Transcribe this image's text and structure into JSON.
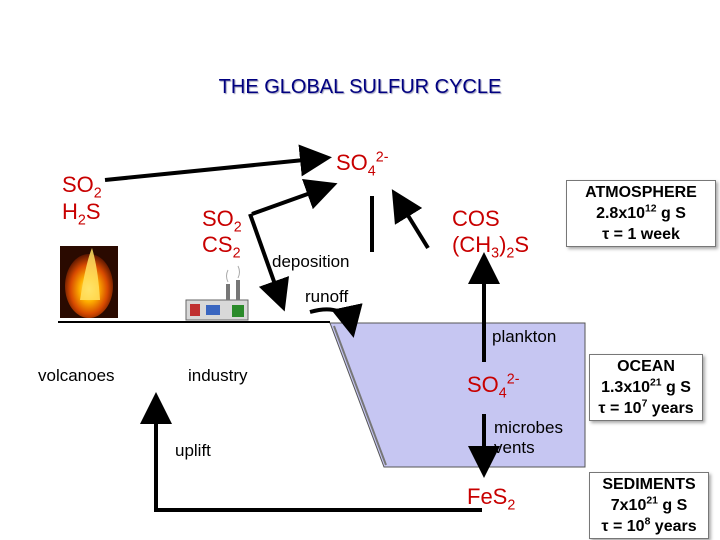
{
  "title": "THE GLOBAL SULFUR CYCLE",
  "species": {
    "so2_a": {
      "base": "SO",
      "sub": "2"
    },
    "h2s": {
      "pre": "H",
      "sub": "2",
      "post": "S"
    },
    "so2_b": {
      "base": "SO",
      "sub": "2"
    },
    "cs2": {
      "base": "CS",
      "sub": "2"
    },
    "so4_top": {
      "base": "SO",
      "sub": "4",
      "sup": "2-"
    },
    "cos": "COS",
    "ch3_2s": {
      "open": "(CH",
      "sub1": "3",
      "mid": ")",
      "sub2": "2",
      "post": "S"
    },
    "so4_ocean": {
      "base": "SO",
      "sub": "4",
      "sup": "2-"
    },
    "fes2": {
      "base": "FeS",
      "sub": "2"
    }
  },
  "labels": {
    "deposition": "deposition",
    "runoff": "runoff",
    "plankton": "plankton",
    "volcanoes": "volcanoes",
    "industry": "industry",
    "uplift": "uplift",
    "microbes": "microbes",
    "vents": "vents"
  },
  "reservoirs": {
    "atmosphere": {
      "name": "ATMOSPHERE",
      "amount_pre": "2.8x10",
      "amount_exp": "12",
      "amount_post": " g S",
      "tau": "τ = 1 week"
    },
    "ocean": {
      "name": "OCEAN",
      "amount_pre": "1.3x10",
      "amount_exp": "21",
      "amount_post": " g S",
      "tau_pre": "τ = 10",
      "tau_exp": "7",
      "tau_post": " years"
    },
    "sediments": {
      "name": "SEDIMENTS",
      "amount_pre": "7x10",
      "amount_exp": "21",
      "amount_post": " g S",
      "tau_pre": "τ = 10",
      "tau_exp": "8",
      "tau_post": " years"
    }
  },
  "icons": [
    "volcano-icon",
    "factory-icon"
  ],
  "colors": {
    "title": "#000080",
    "species": "#c80000",
    "ocean_fill": "#c6c6f2",
    "line": "#000000"
  }
}
